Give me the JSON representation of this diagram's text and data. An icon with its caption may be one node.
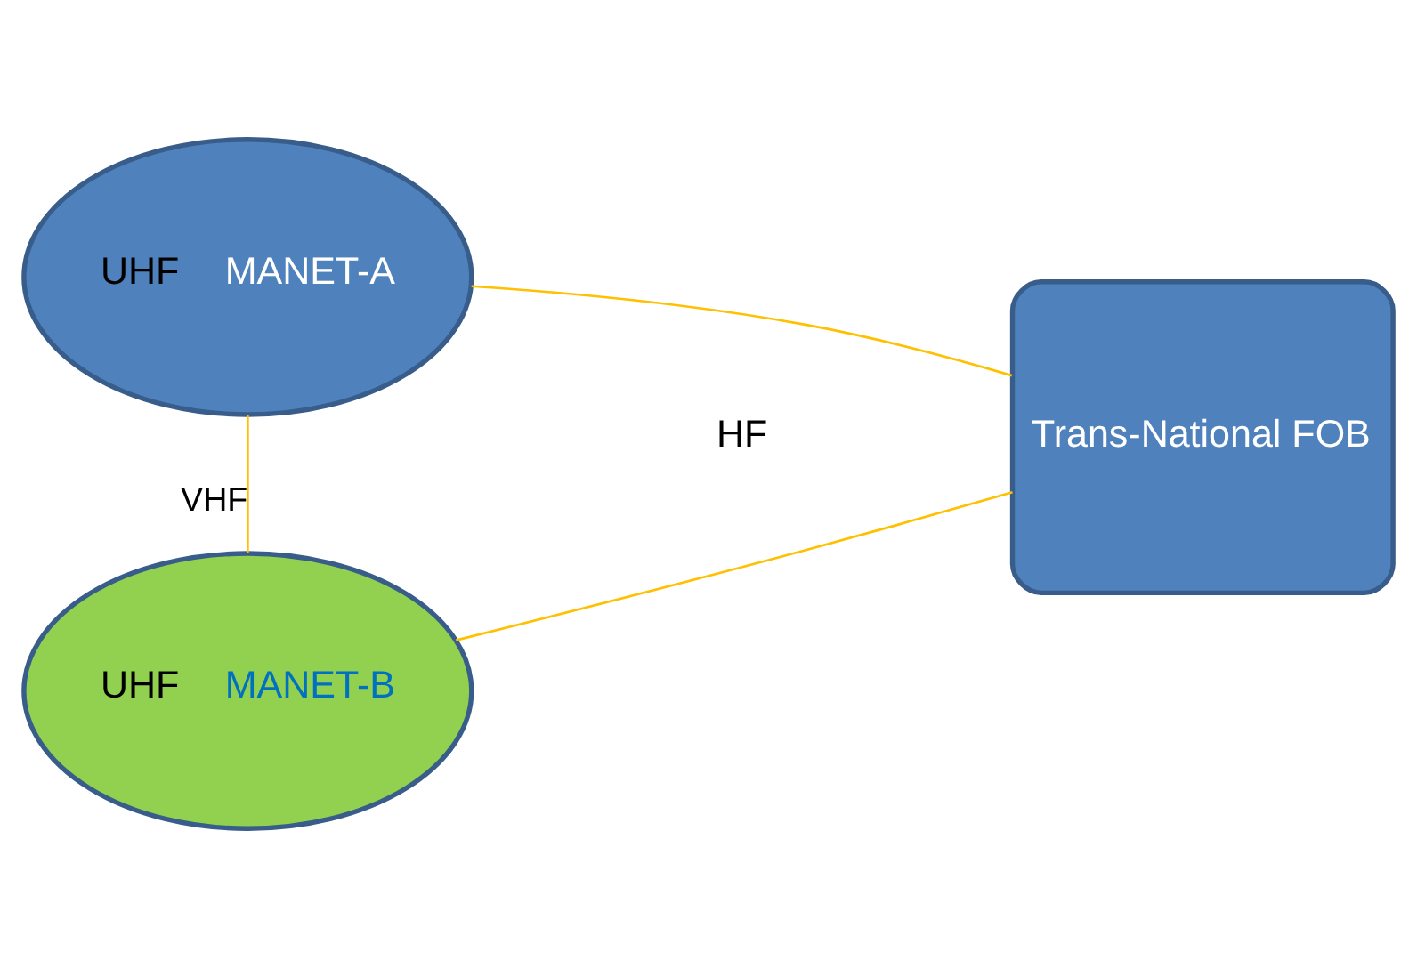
{
  "diagram": {
    "nodes": [
      {
        "text": [
          "UHF",
          "MANET-A"
        ]
      },
      {
        "text": [
          "UHF",
          "MANET-B"
        ]
      },
      {
        "text": [
          "Trans-National FOB"
        ]
      }
    ],
    "edges": [
      {
        "from": 0,
        "to": 1,
        "arrow": "none",
        "label": "VHF",
        "color": "#ffc000"
      },
      {
        "from": 0,
        "to": 2,
        "arrow": "none",
        "color": "#ffc000"
      },
      {
        "from": 1,
        "to": 2,
        "arrow": "none",
        "color": "#ffc000"
      }
    ],
    "labels": [
      "HF"
    ]
  }
}
